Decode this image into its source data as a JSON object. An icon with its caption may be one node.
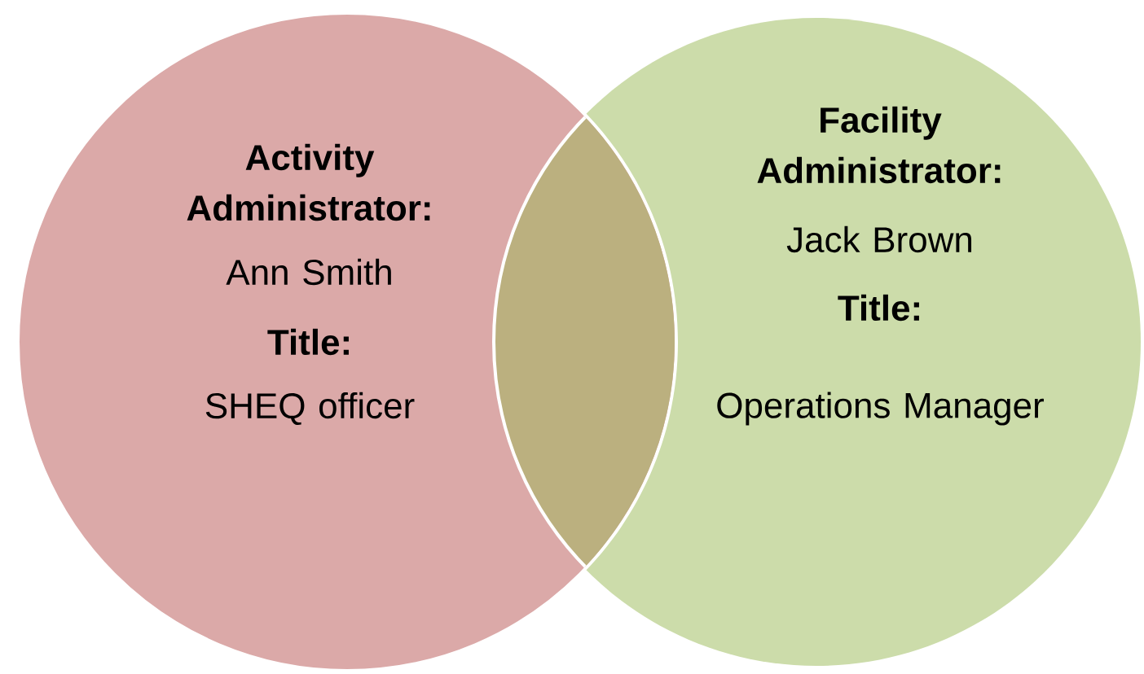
{
  "diagram": {
    "nodes": [
      {
        "text": [
          "Activity Administrator:",
          "Ann Smith",
          "Title:",
          "SHEQ officer"
        ]
      },
      {
        "text": [
          "Facility Administrator:",
          "Jack Brown",
          "Title:",
          "Operations Manager"
        ]
      }
    ]
  }
}
